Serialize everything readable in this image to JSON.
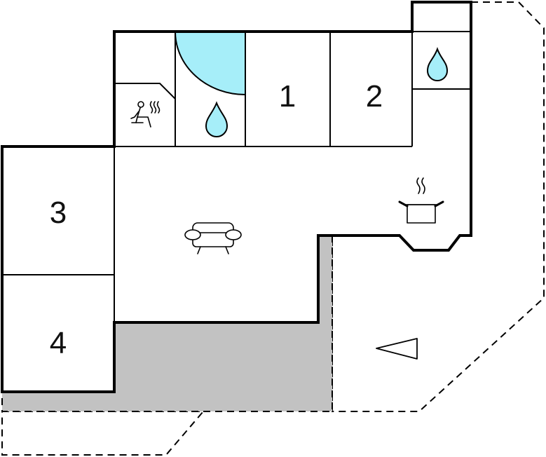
{
  "floor_plan": {
    "rooms": [
      {
        "id": "bedroom-1",
        "label": "1"
      },
      {
        "id": "bedroom-2",
        "label": "2"
      },
      {
        "id": "bedroom-3",
        "label": "3"
      },
      {
        "id": "bedroom-4",
        "label": "4"
      }
    ],
    "icons": {
      "sauna": "sauna-icon",
      "bathroom": "water-drop-icon",
      "living_room": "sofa-icon",
      "kitchen": "cooking-pot-icon",
      "entrance": "entrance-arrow-icon"
    },
    "colors": {
      "walls": "#000000",
      "interior": "#ffffff",
      "covered_terrace": "#c2c2c2",
      "open_terrace": "#e6e6e6",
      "pool_water": "#a6eef9",
      "water_icon": "#a6eef9"
    }
  }
}
